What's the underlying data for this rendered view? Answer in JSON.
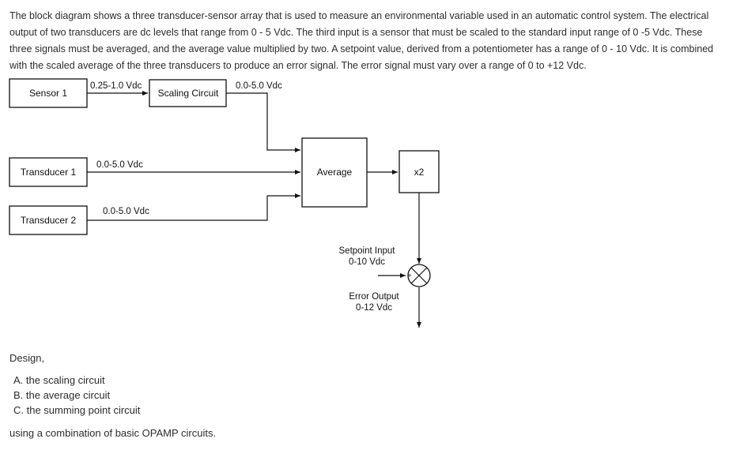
{
  "intro": "The block diagram shows a three transducer-sensor array that is used to measure an environmental variable used in an automatic control system.  The electrical output of two transducers are dc levels that range from 0 - 5 Vdc.  The third input is a sensor that must be scaled to the standard input range of 0 -5 Vdc.  These three signals must be averaged, and the average value multiplied by two.  A setpoint value, derived from a potentiometer has a range of 0 - 10 Vdc.  It is combined with the scaled average of the three transducers to produce an error signal.  The error signal must vary over a range of 0 to +12 Vdc.",
  "diagram": {
    "blocks": {
      "sensor1": "Sensor 1",
      "scaling": "Scaling Circuit",
      "transducer1": "Transducer 1",
      "transducer2": "Transducer 2",
      "average": "Average",
      "x2": "x2"
    },
    "labels": {
      "sensor_range": "0.25-1.0 Vdc",
      "scaled_range": "0.0-5.0 Vdc",
      "t1_range": "0.0-5.0 Vdc",
      "t2_range": "0.0-5.0 Vdc",
      "setpoint_line1": "Setpoint Input",
      "setpoint_line2": "0-10 Vdc",
      "error_line1": "Error Output",
      "error_line2": "0-12 Vdc",
      "plus_sign": "+"
    }
  },
  "tasks": {
    "heading": "Design,",
    "items": [
      "A. the scaling circuit",
      "B. the average circuit",
      "C. the summing point circuit"
    ],
    "footer": "using a combination of basic OPAMP circuits."
  }
}
